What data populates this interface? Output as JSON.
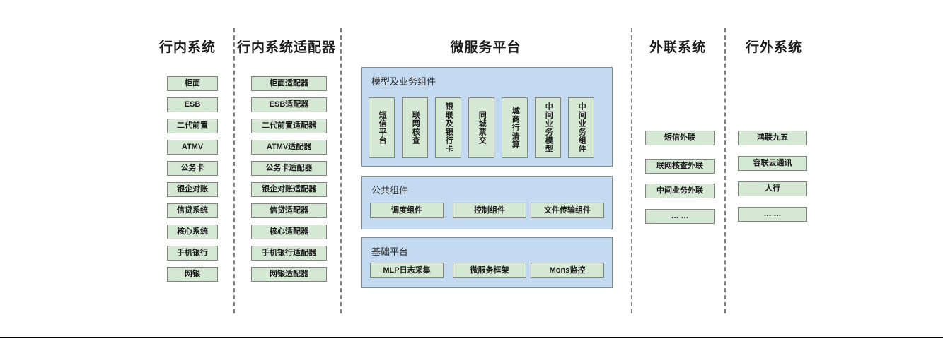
{
  "columns": {
    "internal_systems": {
      "title": "行内系统",
      "items": [
        "柜面",
        "ESB",
        "二代前置",
        "ATMV",
        "公务卡",
        "银企对账",
        "信贷系统",
        "核心系统",
        "手机银行",
        "网银"
      ]
    },
    "internal_adapters": {
      "title": "行内系统适配器",
      "items": [
        "柜面适配器",
        "ESB适配器",
        "二代前置适配器",
        "ATMV适配器",
        "公务卡适配器",
        "银企对账适配器",
        "信贷适配器",
        "核心适配器",
        "手机银行适配器",
        "网银适配器"
      ]
    },
    "microservice_platform": {
      "title": "微服务平台",
      "panels": [
        {
          "title": "模型及业务组件",
          "orientation": "vertical",
          "items": [
            "短信平台",
            "联网核查",
            "银联及银行卡",
            "同城票交",
            "城商行清算",
            "中间业务模型",
            "中间业务组件"
          ]
        },
        {
          "title": "公共组件",
          "orientation": "horizontal",
          "items": [
            "调度组件",
            "控制组件",
            "文件传输组件"
          ]
        },
        {
          "title": "基础平台",
          "orientation": "horizontal",
          "items": [
            "MLP日志采集",
            "微服务框架",
            "Mons监控"
          ]
        }
      ]
    },
    "external_link_systems": {
      "title": "外联系统",
      "items": [
        "短信外联",
        "联网核查外联",
        "中间业务外联",
        "… …"
      ]
    },
    "outside_systems": {
      "title": "行外系统",
      "items": [
        "鸿联九五",
        "容联云通讯",
        "人行",
        "… …"
      ]
    }
  },
  "colors": {
    "node_fill": "#d5e8d4",
    "node_border": "#82847f",
    "panel_fill": "#c3daf0",
    "panel_border": "#7c8b99",
    "divider": "#808080",
    "text": "#1a1a1a"
  }
}
